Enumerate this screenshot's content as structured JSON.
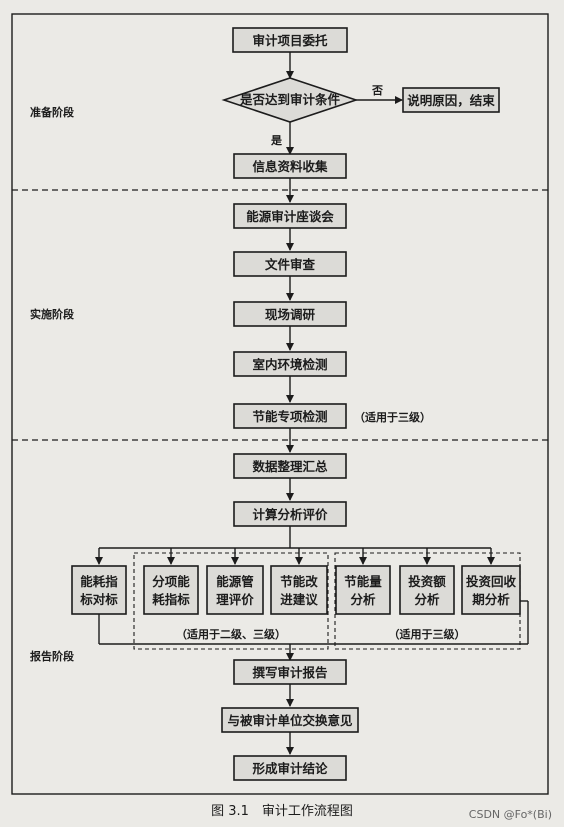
{
  "phases": {
    "prep": "准备阶段",
    "impl": "实施阶段",
    "report": "报告阶段"
  },
  "nodes": {
    "n1": "审计项目委托",
    "decision": "是否达到审计条件",
    "no_box": "说明原因，结束",
    "n3": "信息资料收集",
    "n4": "能源审计座谈会",
    "n5": "文件审查",
    "n6": "现场调研",
    "n7": "室内环境检测",
    "n8": "节能专项检测",
    "n9": "数据整理汇总",
    "n10": "计算分析评价",
    "s1": [
      "能耗指",
      "标对标"
    ],
    "s2": [
      "分项能",
      "耗指标"
    ],
    "s3": [
      "能源管",
      "理评价"
    ],
    "s4": [
      "节能改",
      "进建议"
    ],
    "s5": [
      "节能量",
      "分析"
    ],
    "s6": [
      "投资额",
      "分析"
    ],
    "s7": [
      "投资回收",
      "期分析"
    ],
    "n11": "撰写审计报告",
    "n12": "与被审计单位交换意见",
    "n13": "形成审计结论"
  },
  "labels": {
    "yes": "是",
    "no": "否",
    "applies_level3": "（适用于三级）",
    "applies_level23": "（适用于二级、三级）",
    "applies_level3_b": "（适用于三级）"
  },
  "caption": "图 3.1　审计工作流程图",
  "watermark": "CSDN @Fo*(Bi)"
}
